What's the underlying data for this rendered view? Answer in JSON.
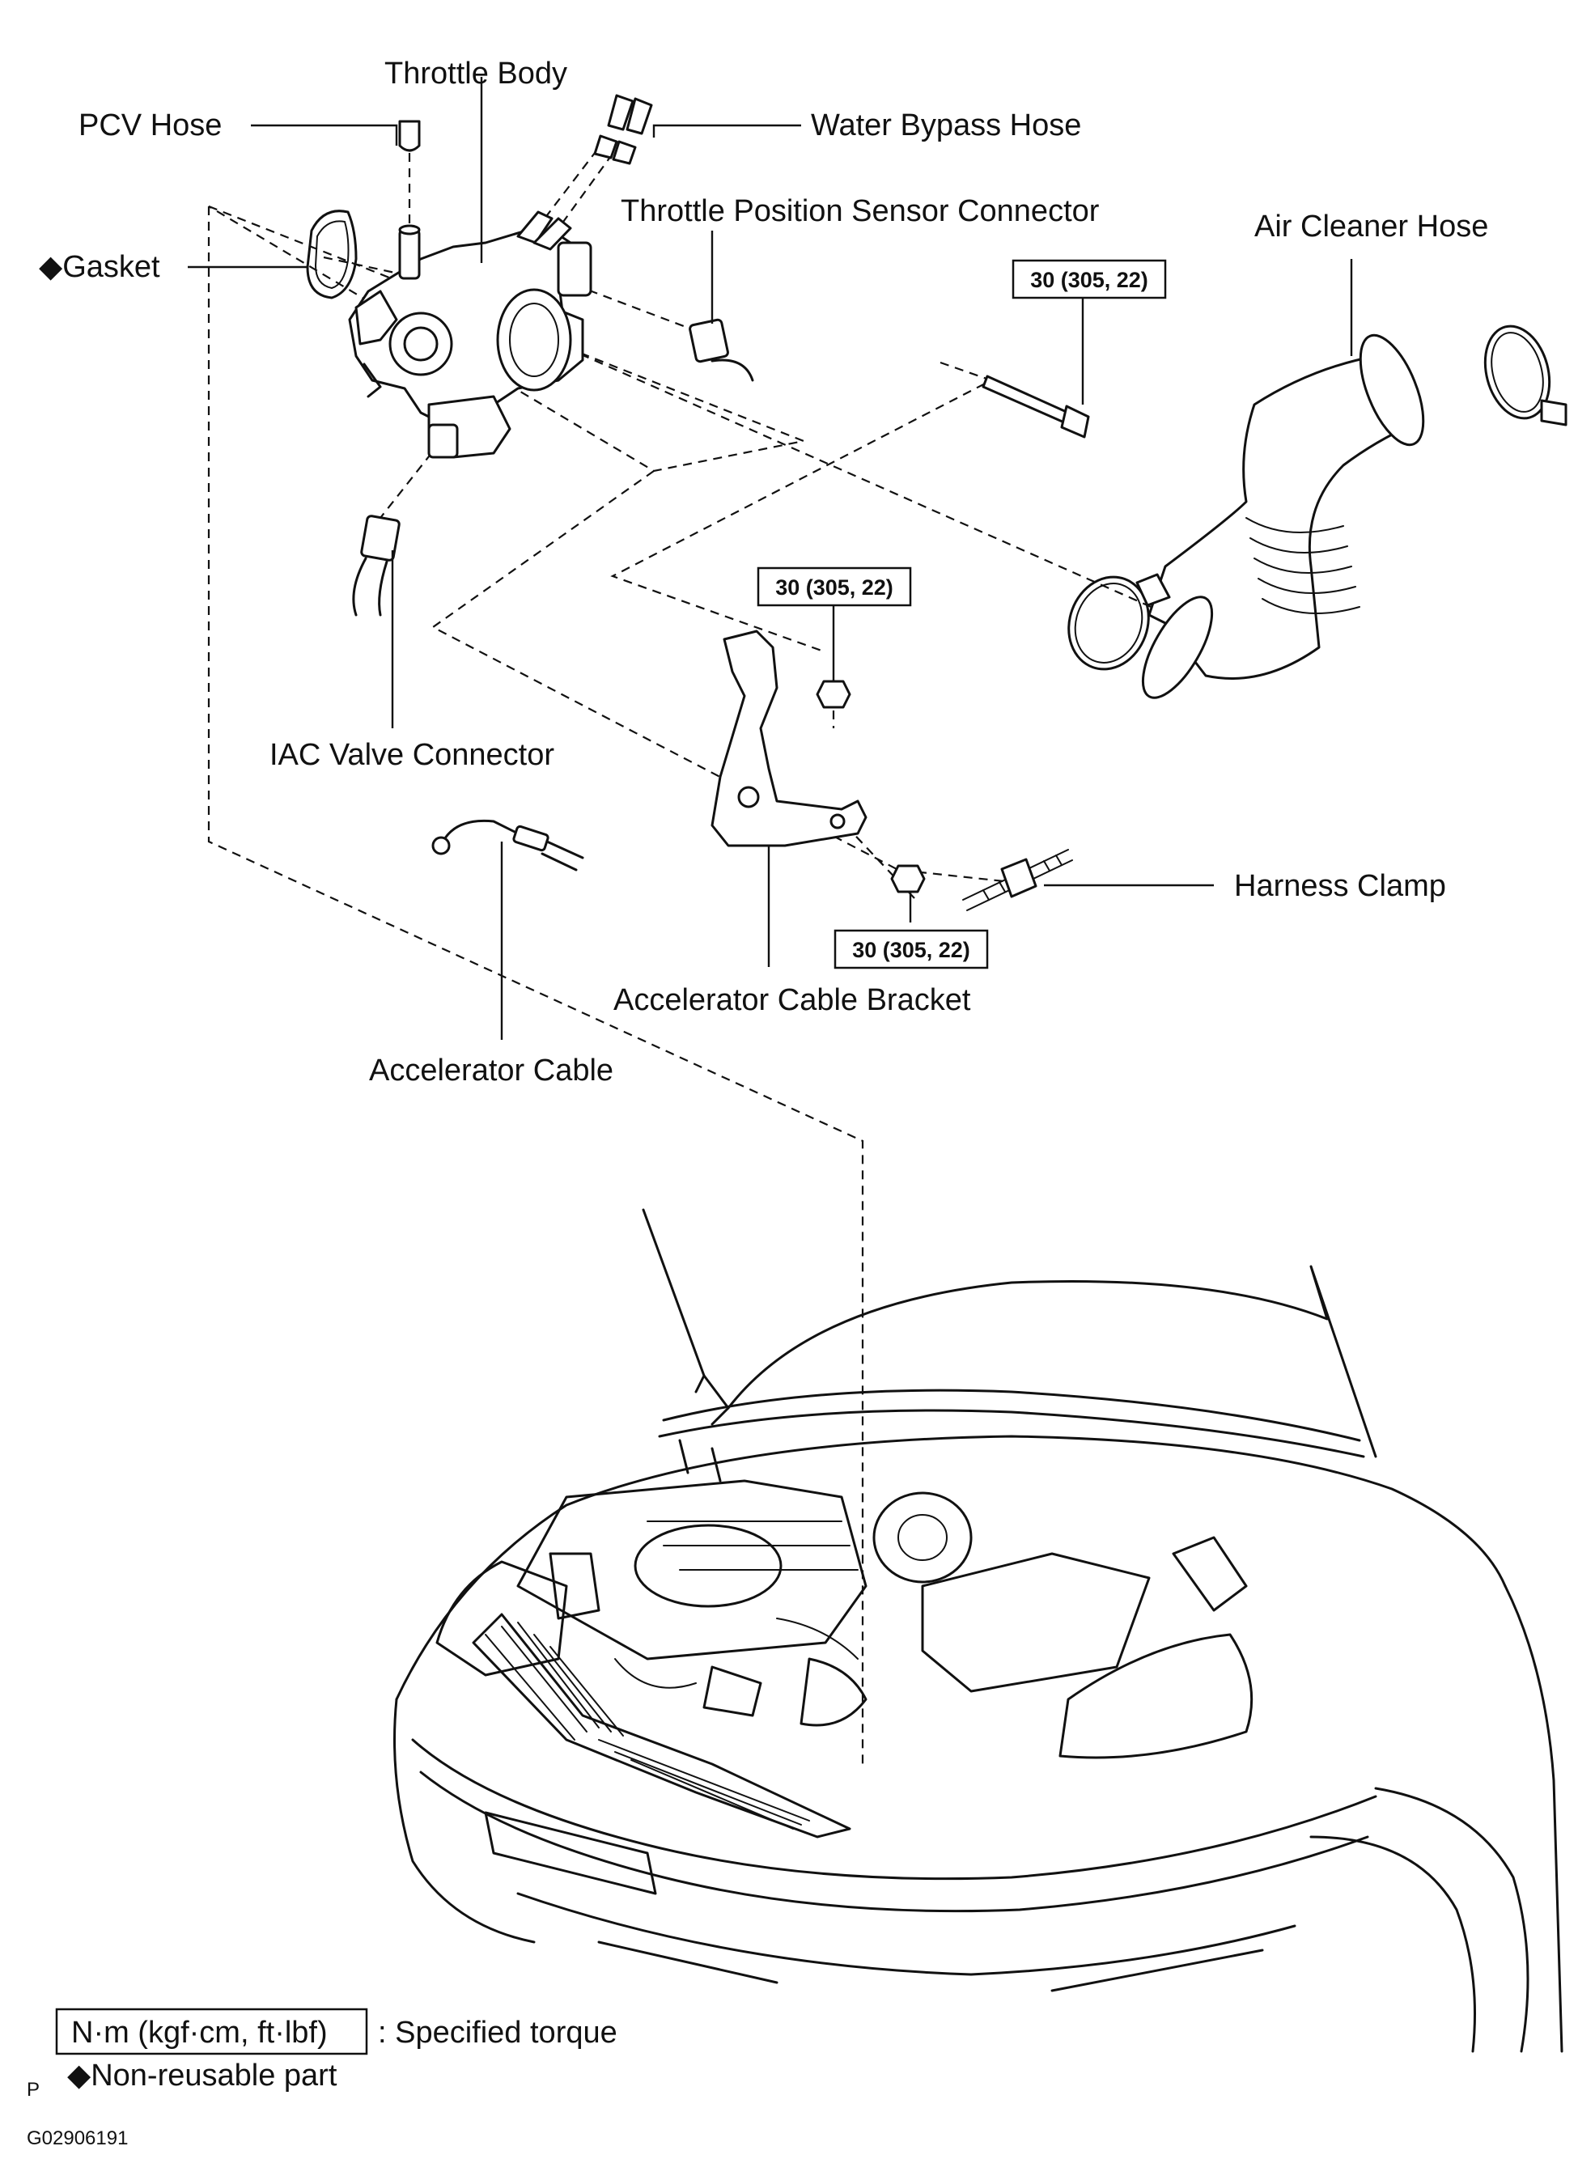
{
  "labels": {
    "throttle_body": "Throttle Body",
    "pcv_hose": "PCV Hose",
    "water_bypass_hose": "Water Bypass Hose",
    "tps_connector": "Throttle Position Sensor Connector",
    "gasket": "◆Gasket",
    "air_cleaner_hose": "Air Cleaner Hose",
    "iac_valve_connector": "IAC Valve Connector",
    "harness_clamp": "Harness Clamp",
    "accelerator_cable_bracket": "Accelerator Cable Bracket",
    "accelerator_cable": "Accelerator Cable"
  },
  "torque": {
    "bolt": "30 (305, 22)",
    "bracket_nut_upper": "30 (305, 22)",
    "bracket_nut_lower": "30 (305, 22)"
  },
  "legend": {
    "torque_unit": "N·m (kgf·cm, ft·lbf)",
    "torque_meaning": ": Specified torque",
    "non_reusable": "◆Non-reusable part",
    "p_mark": "P"
  },
  "figure_id": "G02906191"
}
